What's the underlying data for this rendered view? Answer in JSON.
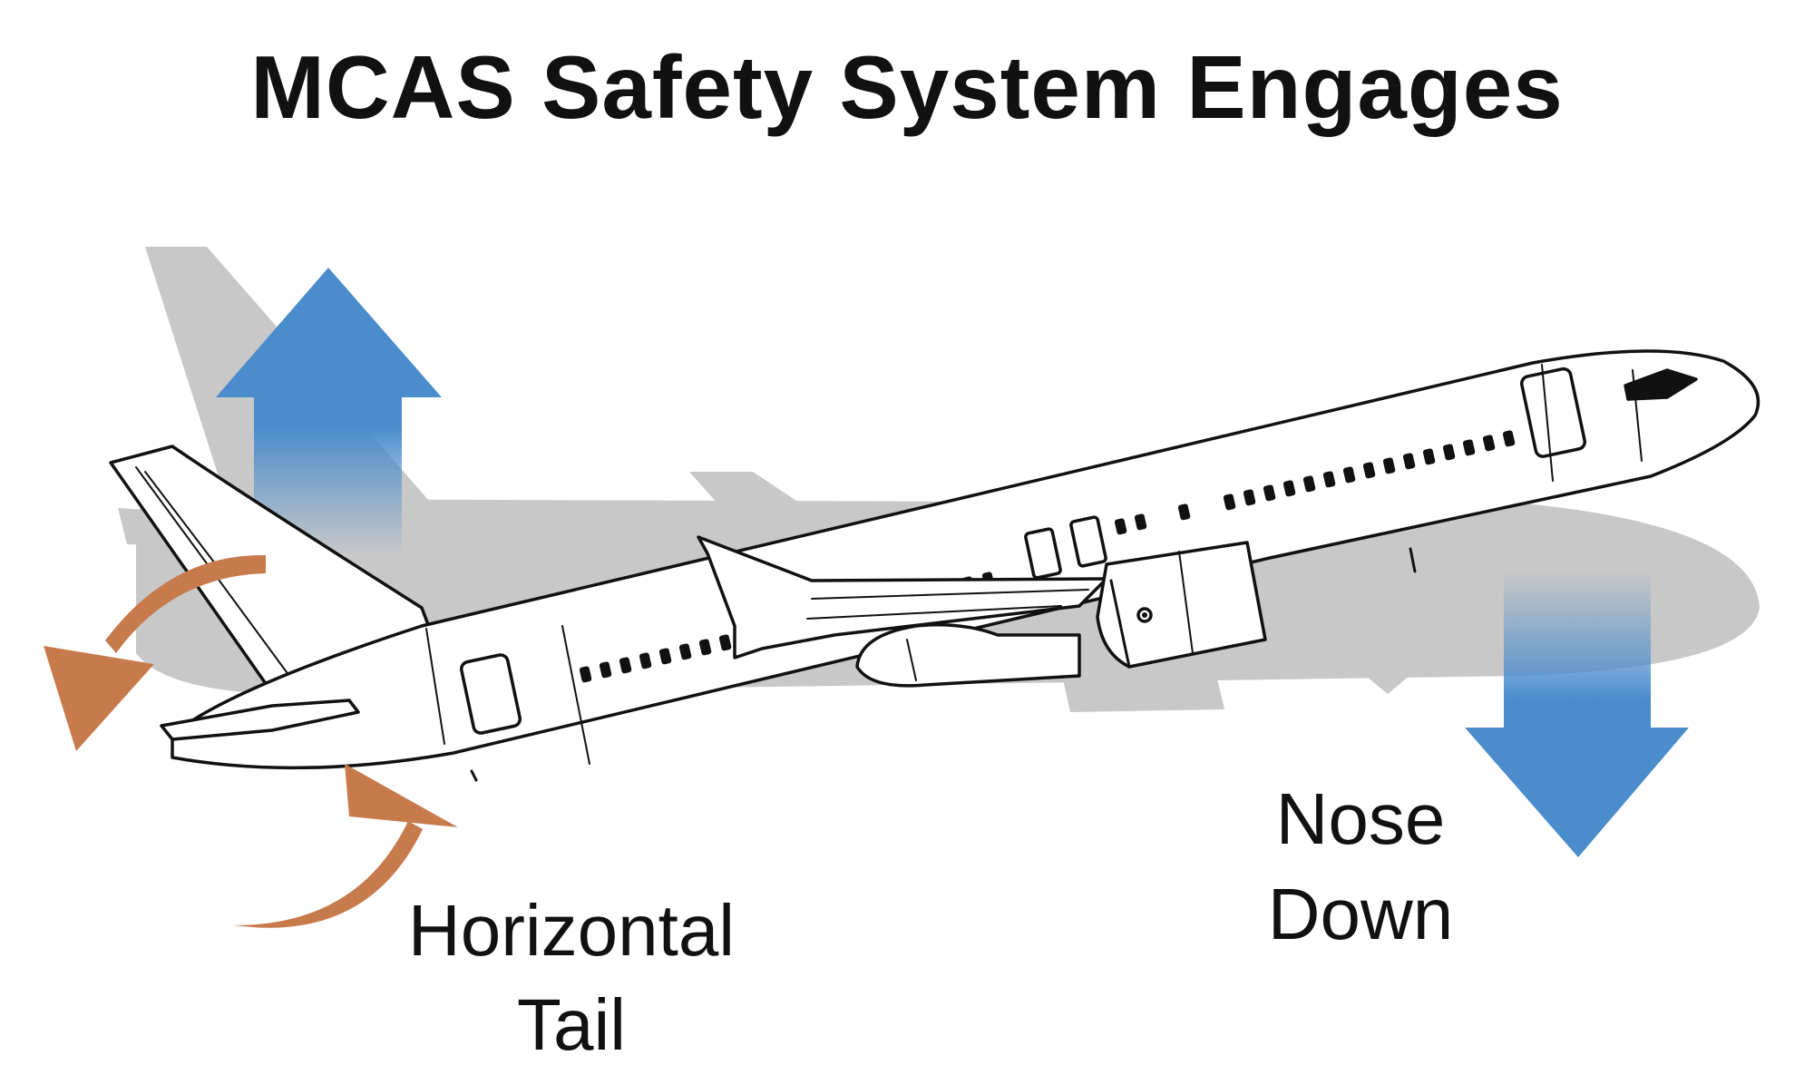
{
  "title": "MCAS Safety System Engages",
  "labels": {
    "tail_line1": "Horizontal",
    "tail_line2": "Tail",
    "nose_line1": "Nose",
    "nose_line2": "Down"
  },
  "colors": {
    "arrow_blue": "#4a8ccc",
    "arrow_orange": "#c77b4d",
    "shadow_gray": "#c8c8c8",
    "outline": "#111111",
    "fuselage_fill": "#ffffff"
  },
  "icons": {
    "tail_up_arrow": "arrow-up-icon",
    "nose_down_arrow": "arrow-down-icon",
    "tail_rotation": "curved-rotation-arrows-icon",
    "aircraft": "airplane-icon"
  }
}
